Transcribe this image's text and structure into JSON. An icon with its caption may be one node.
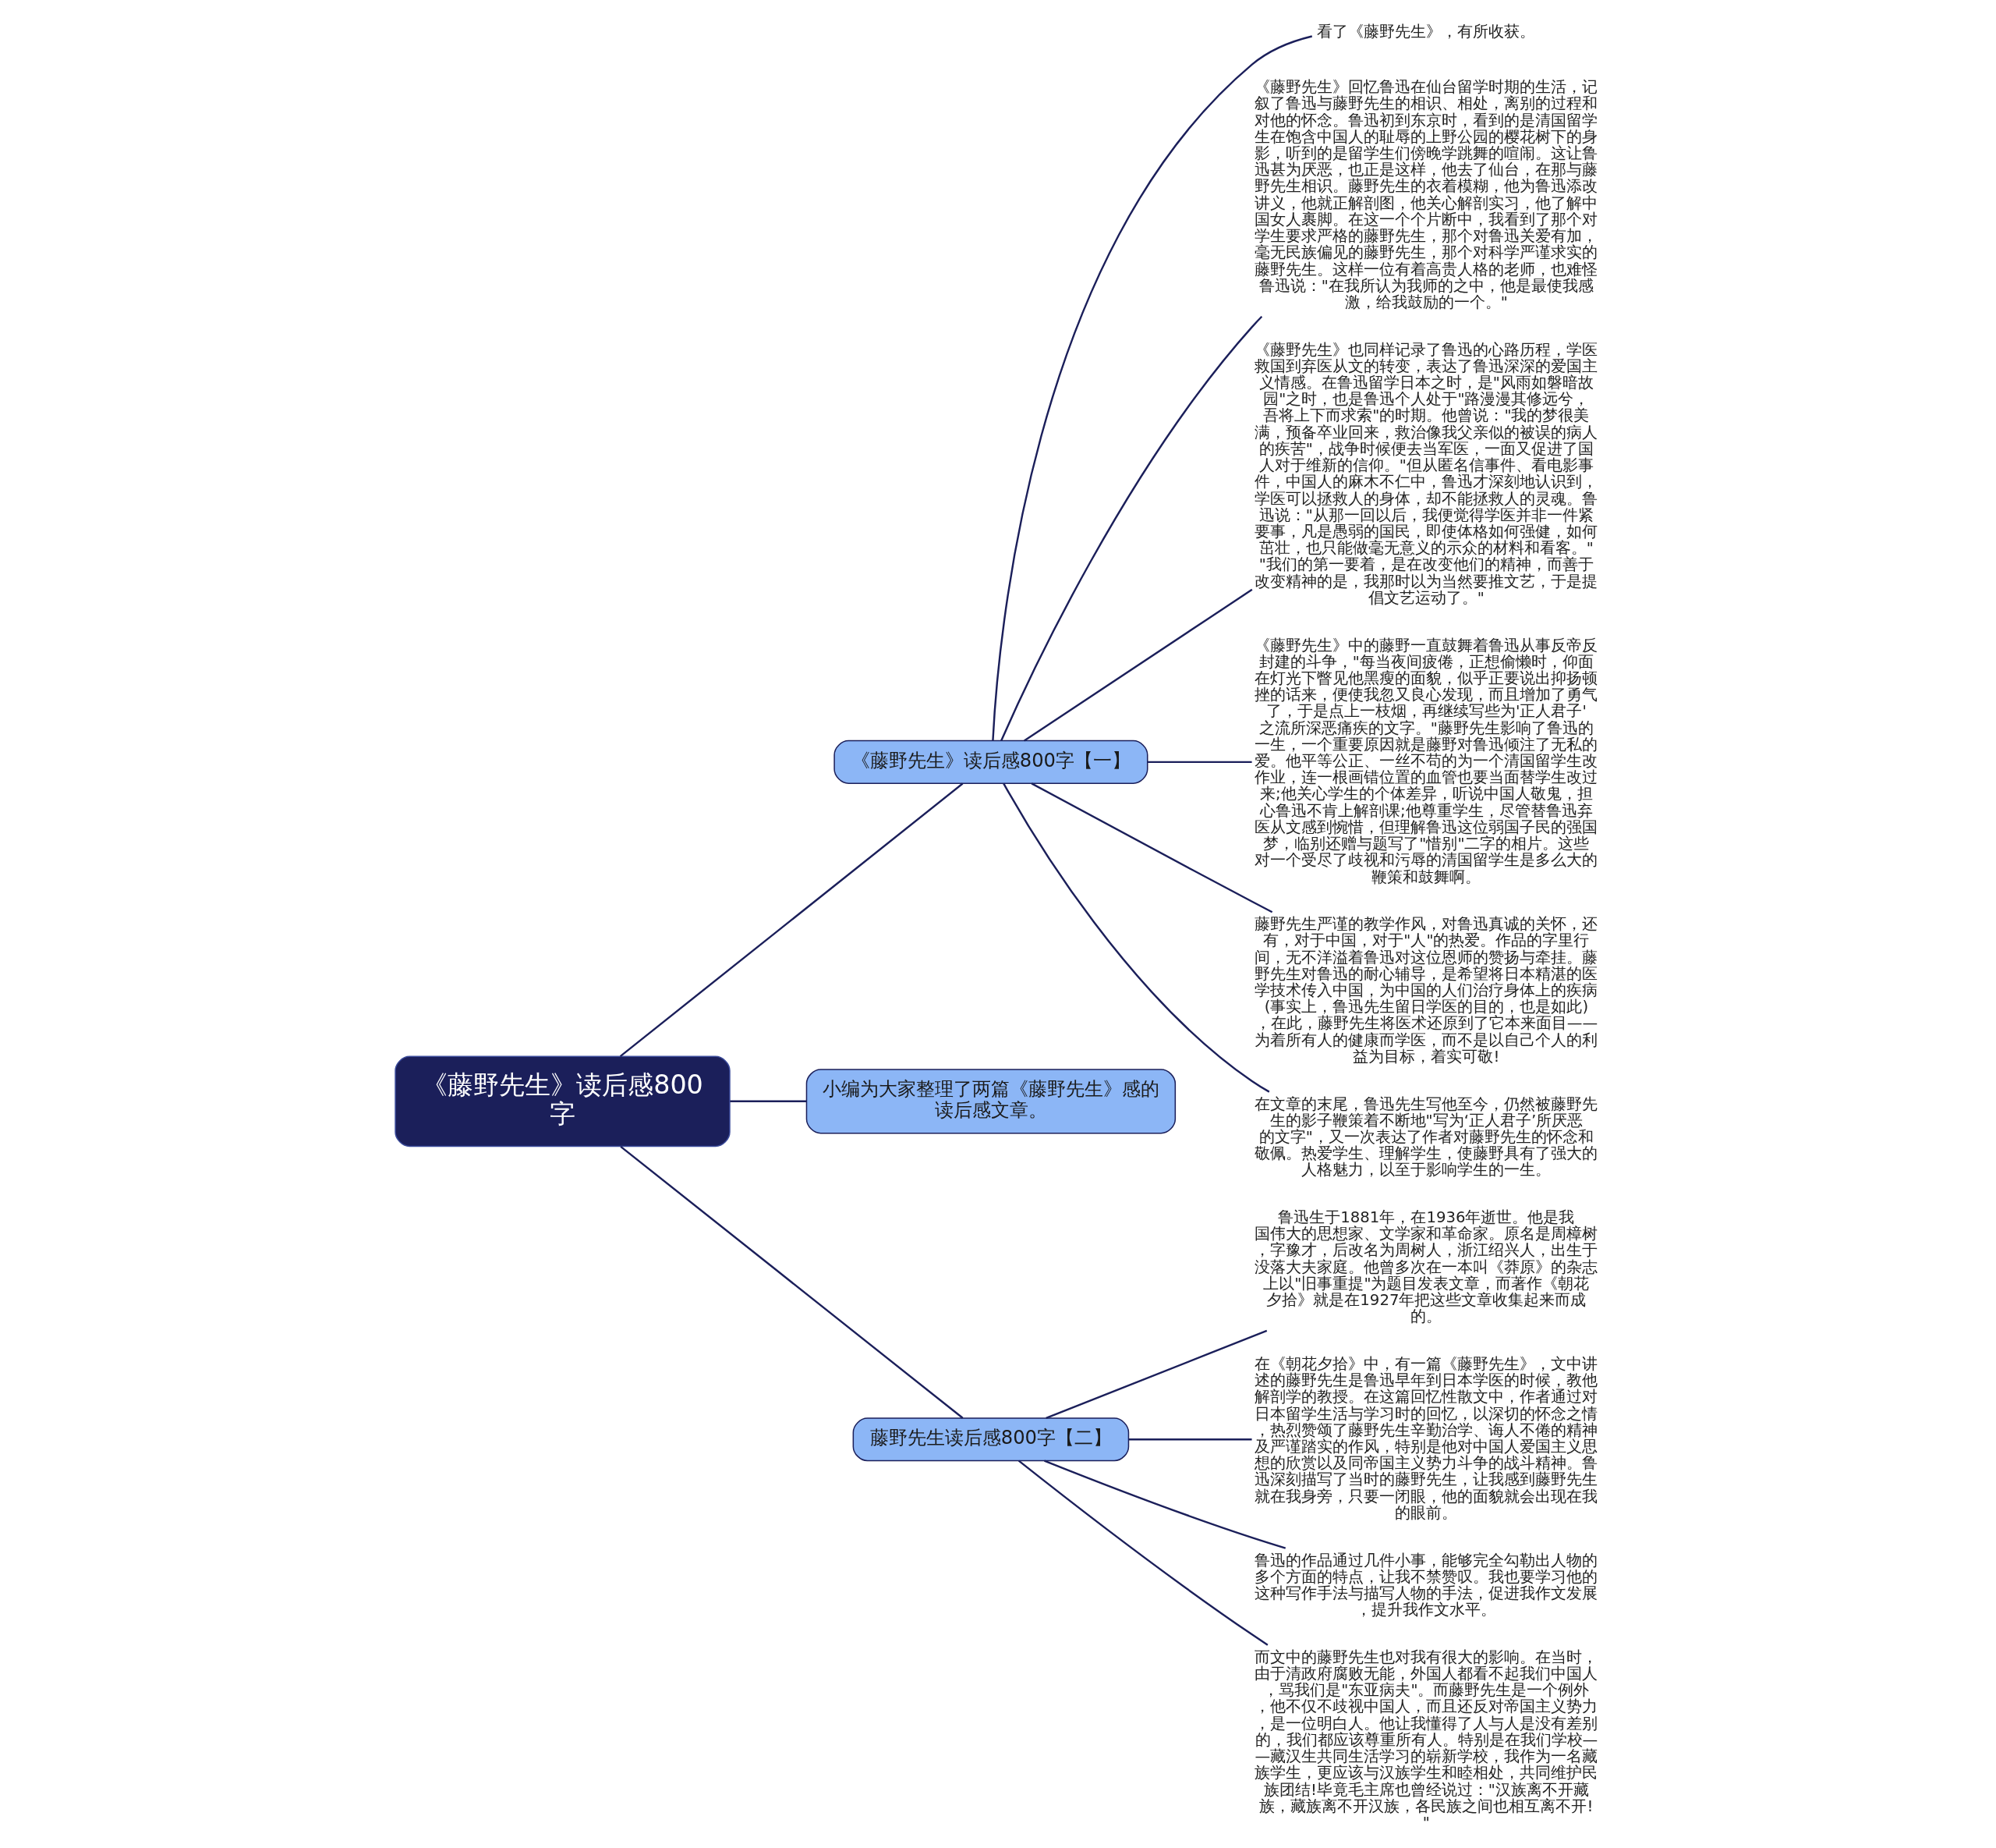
{
  "diagram": {
    "nodes": [
      {
        "text": [
          "《藤野先生》读后感800字"
        ]
      },
      {
        "text": [
          "《藤野先生》读后感800字【一】"
        ]
      },
      {
        "text": [
          "小编为大家整理了两篇《藤野先生》感的读后感文章。"
        ]
      },
      {
        "text": [
          "藤野先生读后感800字【二】"
        ]
      },
      {
        "text": [
          "看了《藤野先生》，有所收获。"
        ]
      },
      {
        "text": [
          "《藤野先生》回忆鲁迅在仙台留学时期的生活，记叙了鲁迅与藤野先生的相识、相处，离别的过程和对他的怀念。鲁迅初到东京时，看到的是清国留学生在饱含中国人的耻辱的上野公园的樱花树下的身影，听到的是留学生们傍晚学跳舞的喧闹。这让鲁迅甚为厌恶，也正是这样，他去了仙台，在那与藤野先生相识。藤野先生的衣着模糊，他为鲁迅添改讲义，他就正解剖图，他关心解剖实习，他了解中国女人裹脚。在这一个个片断中，我看到了那个对学生要求严格的藤野先生，那个对鲁迅关爱有加，毫无民族偏见的藤野先生，那个对科学严谨求实的藤野先生。这样一位有着高贵人格的老师，也难怪鲁迅说：\"在我所认为我师的之中，他是最使我感激，给我鼓励的一个。\""
        ]
      },
      {
        "text": [
          "《藤野先生》也同样记录了鲁迅的心路历程，学医救国到弃医从文的转变，表达了鲁迅深深的爱国主义情感。在鲁迅留学日本之时，是\"风雨如磐暗故园\"之时，也是鲁迅个人处于\"路漫漫其修远兮，吾将上下而求索\"的时期。他曾说：\"我的梦很美满，预备卒业回来，救治像我父亲似的被误的病人的疾苦\"，战争时候便去当军医，一面又促进了国人对于维新的信仰。\"但从匿名信事件、看电影事件，中国人的麻木不仁中，鲁迅才深刻地认识到，学医可以拯救人的身体，却不能拯救人的灵魂。鲁迅说：\"从那一回以后，我便觉得学医并非一件紧要事，凡是愚弱的国民，即使体格如何强健，如何茁壮，也只能做毫无意义的示众的材料和看客。\"\"我们的第一要着，是在改变他们的精神，而善于改变精神的是，我那时以为当然要推文艺，于是提倡文艺运动了。\""
        ]
      },
      {
        "text": [
          "《藤野先生》中的藤野一直鼓舞着鲁迅从事反帝反封建的斗争，\"每当夜间疲倦，正想偷懒时，仰面在灯光下瞥见他黑瘦的面貌，似乎正要说出抑扬顿挫的话来，便使我忽又良心发现，而且增加了勇气了，于是点上一枝烟，再继续写些为'正人君子'之流所深恶痛疾的文字。\"藤野先生影响了鲁迅的一生，一个重要原因就是藤野对鲁迅倾注了无私的爱。他平等公正、一丝不苟的为一个清国留学生改作业，连一根画错位置的血管也要当面替学生改过来;他关心学生的个体差异，听说中国人敬鬼，担心鲁迅不肯上解剖课;他尊重学生，尽管替鲁迅弃医从文感到惋惜，但理解鲁迅这位弱国子民的强国梦，临别还赠与题写了\"惜别\"二字的相片。这些对一个受尽了歧视和污辱的清国留学生是多么大的鞭策和鼓舞啊。"
        ]
      },
      {
        "text": [
          "藤野先生严谨的教学作风，对鲁迅真诚的关怀，还有，对于中国，对于\"人\"的热爱。作品的字里行间，无不洋溢着鲁迅对这位恩师的赞扬与牵挂。藤野先生对鲁迅的耐心辅导，是希望将日本精湛的医学技术传入中国，为中国的人们治疗身体上的疾病(事实上，鲁迅先生留日学医的目的，也是如此)，在此，藤野先生将医术还原到了它本来面目——为着所有人的健康而学医，而不是以自己个人的利益为目标，着实可敬!"
        ]
      },
      {
        "text": [
          "在文章的末尾，鲁迅先生写他至今，仍然被藤野先生的影子鞭策着不断地\"写为‘正人君子’所厌恶的文字\"，又一次表达了作者对藤野先生的怀念和敬佩。热爱学生、理解学生，使藤野具有了强大的人格魅力，以至于影响学生的一生。"
        ]
      },
      {
        "text": [
          "鲁迅生于1881年，在1936年逝世。他是我国伟大的思想家、文学家和革命家。原名是周樟树，字豫才，后改名为周树人，浙江绍兴人，出生于没落大夫家庭。他曾多次在一本叫《莽原》的杂志上以\"旧事重提\"为题目发表文章，而著作《朝花夕拾》就是在1927年把这些文章收集起来而成的。"
        ]
      },
      {
        "text": [
          "在《朝花夕拾》中，有一篇《藤野先生》，文中讲述的藤野先生是鲁迅早年到日本学医的时候，教他解剖学的教授。在这篇回忆性散文中，作者通过对日本留学生活与学习时的回忆，以深切的怀念之情，热烈赞颂了藤野先生辛勤治学、诲人不倦的精神及严谨踏实的作风，特别是他对中国人爱国主义思想的欣赏以及同帝国主义势力斗争的战斗精神。鲁迅深刻描写了当时的藤野先生，让我感到藤野先生就在我身旁，只要一闭眼，他的面貌就会出现在我的眼前。"
        ]
      },
      {
        "text": [
          "鲁迅的作品通过几件小事，能够完全勾勒出人物的多个方面的特点，让我不禁赞叹。我也要学习他的这种写作手法与描写人物的手法，促进我作文发展，提升我作文水平。"
        ]
      },
      {
        "text": [
          "而文中的藤野先生也对我有很大的影响。在当时，由于清政府腐败无能，外国人都看不起我们中国人，骂我们是\"东亚病夫\"。而藤野先生是一个例外，他不仅不歧视中国人，而且还反对帝国主义势力，是一位明白人。他让我懂得了人与人是没有差别的，我们都应该尊重所有人。特别是在我们学校——藏汉生共同生活学习的崭新学校，我作为一名藏族学生，更应该与汉族学生和睦相处，共同维护民族团结!毕竟毛主席也曾经说过：\"汉族离不开藏族，藏族离不开汉族，各民族之间也相互离不开!\""
        ]
      }
    ],
    "edges": [
      {
        "from": 0,
        "to": 1,
        "arrow": "none"
      },
      {
        "from": 0,
        "to": 2,
        "arrow": "none"
      },
      {
        "from": 0,
        "to": 3,
        "arrow": "none"
      },
      {
        "from": 1,
        "to": 4,
        "arrow": "none"
      },
      {
        "from": 1,
        "to": 5,
        "arrow": "none"
      },
      {
        "from": 1,
        "to": 6,
        "arrow": "none"
      },
      {
        "from": 1,
        "to": 7,
        "arrow": "none"
      },
      {
        "from": 1,
        "to": 8,
        "arrow": "none"
      },
      {
        "from": 1,
        "to": 9,
        "arrow": "none"
      },
      {
        "from": 3,
        "to": 10,
        "arrow": "none"
      },
      {
        "from": 3,
        "to": 11,
        "arrow": "none"
      },
      {
        "from": 3,
        "to": 12,
        "arrow": "none"
      },
      {
        "from": 3,
        "to": 13,
        "arrow": "none"
      }
    ]
  }
}
